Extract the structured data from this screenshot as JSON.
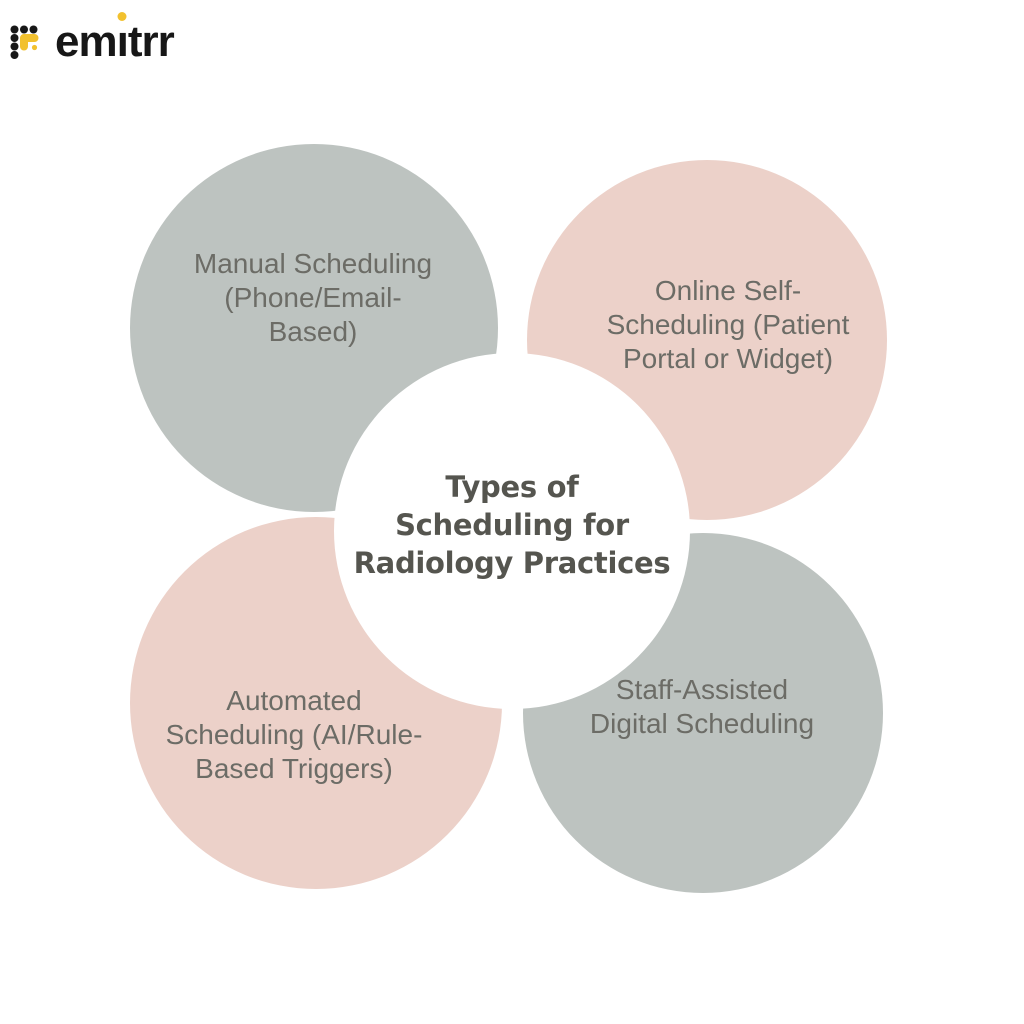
{
  "logo": {
    "brand": "emitrr",
    "wordmark_pre": "em",
    "wordmark_i_stem": "ı",
    "wordmark_post": "trr",
    "colors": {
      "text": "#171717",
      "accent_yellow": "#f2c12e"
    }
  },
  "diagram": {
    "center": {
      "lines": [
        "Types of",
        "Scheduling for",
        "Radiology Practices"
      ],
      "title": "Types of Scheduling for Radiology Practices",
      "circle_color": "#ffffff",
      "text_color": "#55554f"
    },
    "label_text_color": "#6c6c66",
    "nodes": [
      {
        "position": "top-left",
        "color": "#bdc3c0",
        "label": "Manual Scheduling (Phone/Email-Based)",
        "lines": [
          "Manual Scheduling",
          "(Phone/Email-",
          "Based)"
        ]
      },
      {
        "position": "top-right",
        "color": "#ecd1c9",
        "label": "Online Self-Scheduling (Patient Portal or Widget)",
        "lines": [
          "Online Self-",
          "Scheduling (Patient",
          "Portal or Widget)"
        ]
      },
      {
        "position": "bottom-left",
        "color": "#ecd1c9",
        "label": "Automated Scheduling (AI/Rule-Based Triggers)",
        "lines": [
          "Automated",
          "Scheduling (AI/Rule-",
          "Based Triggers)"
        ]
      },
      {
        "position": "bottom-right",
        "color": "#bdc3c0",
        "label": "Staff-Assisted Digital Scheduling",
        "lines": [
          "Staff-Assisted",
          "Digital Scheduling"
        ]
      }
    ]
  }
}
